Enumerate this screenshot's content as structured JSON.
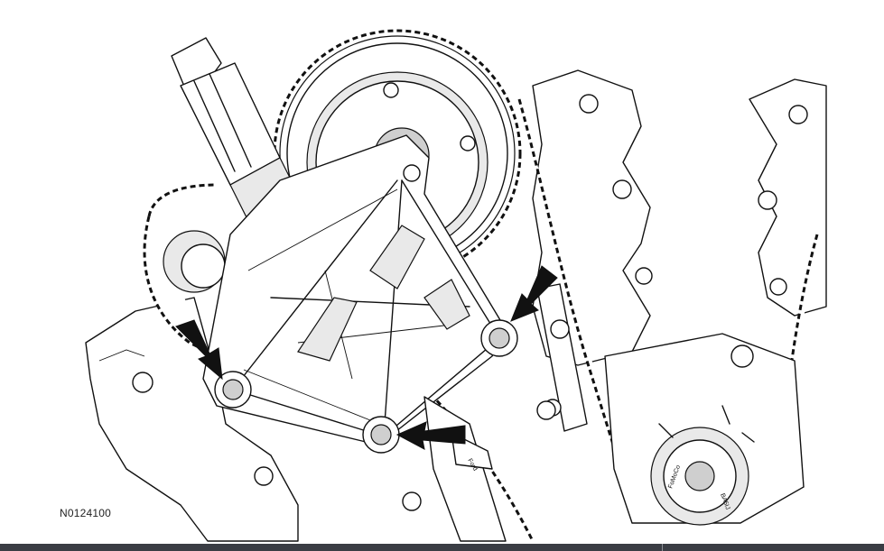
{
  "figure": {
    "id_label": "N0124100",
    "part_stamps": {
      "cover_tag": "Ford",
      "gear_left": "FoMoCo",
      "gear_right": "BA5IJ"
    }
  },
  "callouts": {
    "arrow_count": 3,
    "targets": [
      "left-bolt",
      "bottom-bolt",
      "right-bolt"
    ]
  },
  "palette": {
    "line": "#111111",
    "background": "#ffffff",
    "footer_bar": "#3a3d44"
  }
}
